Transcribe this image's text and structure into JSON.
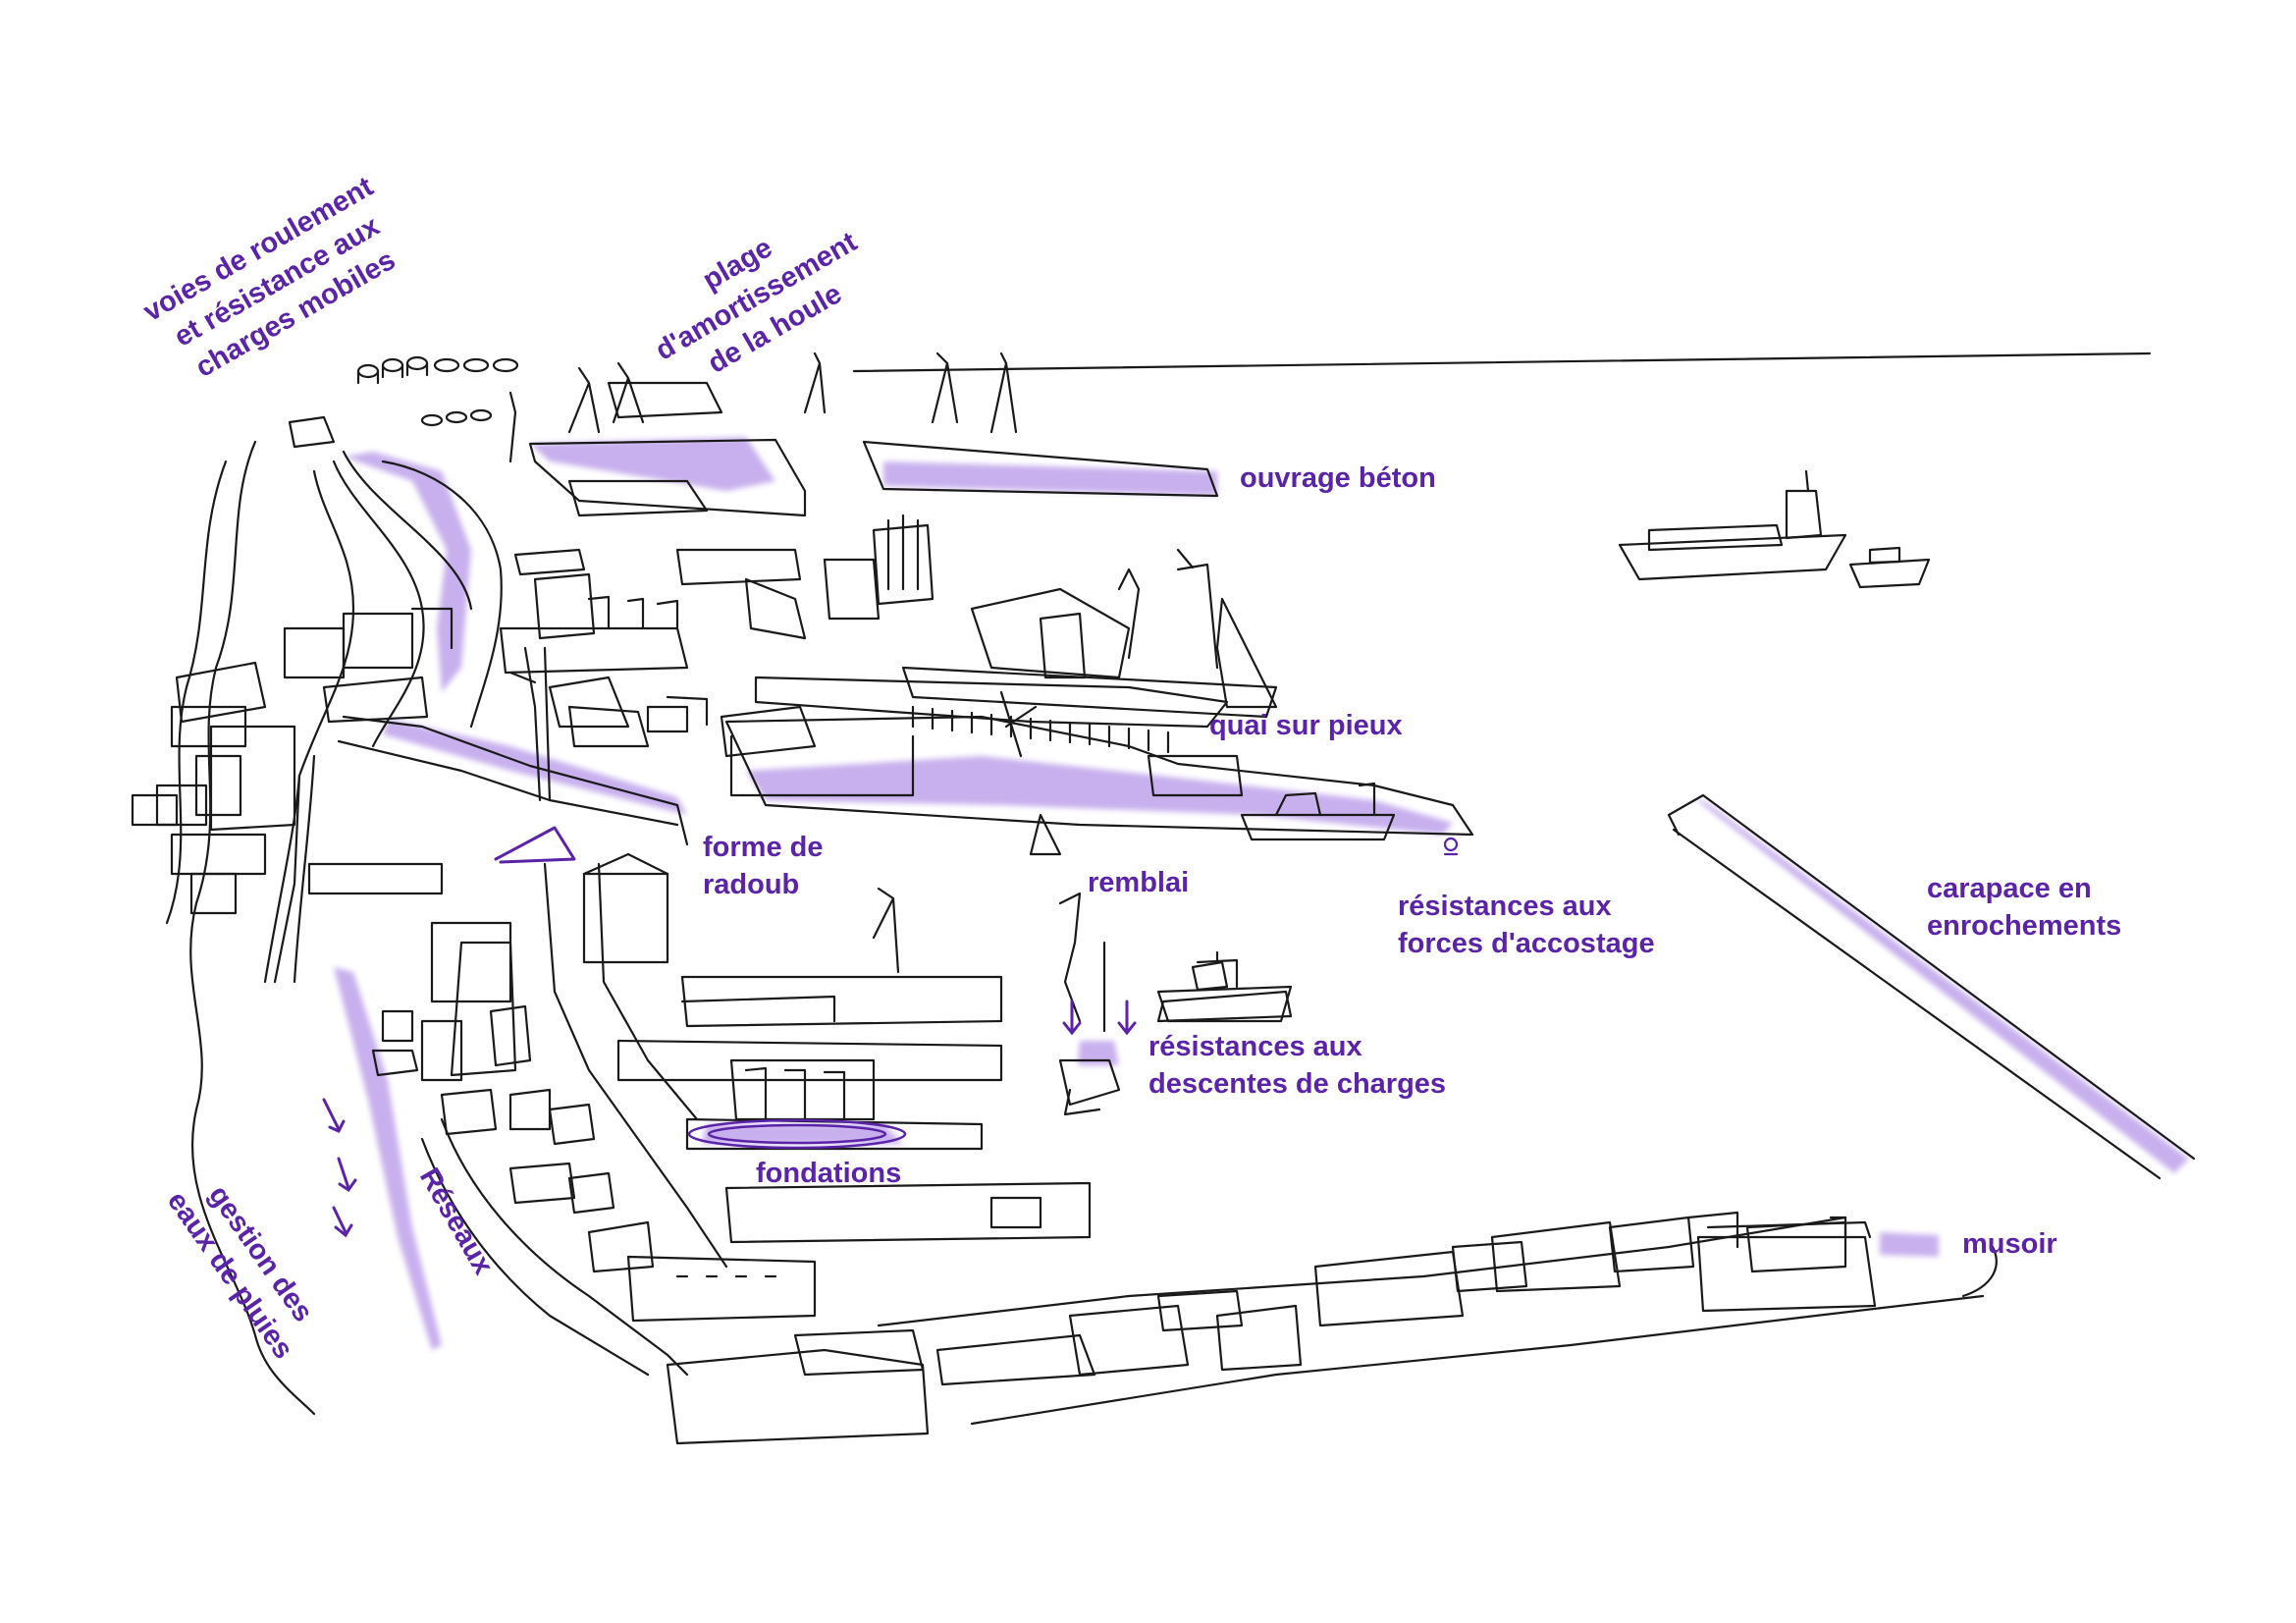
{
  "accent_color": "#5a23a8",
  "highlight_color": "#9b6fe0",
  "ink_color": "#1a1a1a",
  "labels": {
    "voies": [
      "voies de roulement",
      "et résistance aux",
      "charges mobiles"
    ],
    "plage": [
      "plage",
      "d'amortissement",
      "de la houle"
    ],
    "ouvrage_beton": [
      "ouvrage béton"
    ],
    "quai_pieux": [
      "quai sur pieux"
    ],
    "forme_radoub": [
      "forme de",
      "radoub"
    ],
    "remblai": [
      "remblai"
    ],
    "resistances_accostage": [
      "résistances aux",
      "forces d'accostage"
    ],
    "carapace": [
      "carapace en",
      "enrochements"
    ],
    "resistances_descentes": [
      "résistances aux",
      "descentes de charges"
    ],
    "fondations": [
      "fondations"
    ],
    "musoir": [
      "musoir"
    ],
    "reseaux": [
      "Réseaux"
    ],
    "gestion": [
      "gestion des",
      "eaux de pluies"
    ]
  }
}
